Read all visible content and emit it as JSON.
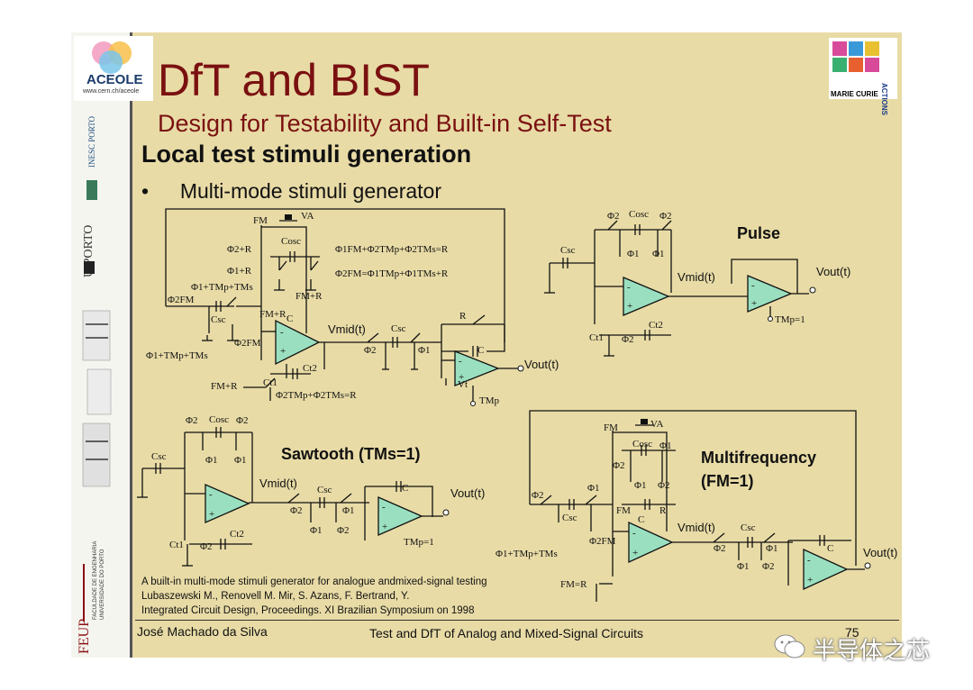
{
  "slide": {
    "title": "DfT and BIST",
    "subtitle": "Design for Testability and Built-in Self-Test",
    "heading": "Local test stimuli generation",
    "bullet": "Multi-mode stimuli generator",
    "bullet_marker": "•"
  },
  "logos": {
    "aceole": "ACEOLE",
    "aceole_url": "www.cern.ch/aceole",
    "inesc": "INESC PORTO",
    "uporto": "U.PORTO",
    "feup": "FEUP",
    "feup_sub1": "FACULDADE DE ENGENHARIA",
    "feup_sub2": "UNIVERSIDADE DO PORTO",
    "marie_curie": "MARIE CURIE",
    "actions": "ACTIONS"
  },
  "diagram": {
    "main": {
      "fm": "FM",
      "va": "VA",
      "phi2r": "Φ2+R",
      "cosc": "Cosc",
      "phi1r": "Φ1+R",
      "phi1tmp": "Φ1+TMp+TMs",
      "phi2fm": "Φ2FM",
      "csc": "Csc",
      "fmr": "FM+R",
      "c": "C",
      "vmid": "Vmid(t)",
      "phi2fm_b": "Φ2FM",
      "phi1tmp_b": "Φ1+TMp+TMs",
      "ct2": "Ct2",
      "ct1": "Ct1",
      "fmr_b": "FM+R",
      "phi2tmp": "Φ2TMp+Φ2TMs=R",
      "eq1": "Φ1FM+Φ2TMp+Φ2TMs=R",
      "eq2": "Φ2FM=Φ1TMp+Φ1TMs+R",
      "fmr_c": "FM+R",
      "csc2": "Csc",
      "phi2": "Φ2",
      "phi1": "Φ1",
      "r": "R",
      "c2": "C",
      "vout": "Vout(t)",
      "vt": "Vt",
      "tmp": "TMp"
    },
    "pulse": {
      "label": "Pulse",
      "phi2a": "Φ2",
      "cosc": "Cosc",
      "phi2b": "Φ2",
      "csc": "Csc",
      "phi1a": "Φ1",
      "phi1b": "Φ1",
      "vmid": "Vmid(t)",
      "vout": "Vout(t)",
      "ct1": "Ct1",
      "phi2c": "Φ2",
      "ct2": "Ct2",
      "tmp": "TMp=1"
    },
    "sawtooth": {
      "label": "Sawtooth (TMs=1)",
      "phi2a": "Φ2",
      "cosc": "Cosc",
      "phi2b": "Φ2",
      "csc": "Csc",
      "phi1a": "Φ1",
      "phi1b": "Φ1",
      "vmid": "Vmid(t)",
      "csc2": "Csc",
      "phi2c": "Φ2",
      "phi1c": "Φ1",
      "phi1d": "Φ1",
      "phi2d": "Φ2",
      "c": "C",
      "vout": "Vout(t)",
      "ct1": "Ct1",
      "phi2e": "Φ2",
      "ct2": "Ct2",
      "tmp": "TMp=1"
    },
    "multi": {
      "label1": "Multifrequency",
      "label2": "(FM=1)",
      "fm": "FM",
      "va": "VA",
      "cosc": "Cosc",
      "phi1": "Φ1",
      "phi2": "Φ2",
      "phi1b": "Φ1",
      "phi2b": "Φ2",
      "phi2c": "Φ2",
      "phi1c": "Φ1",
      "csc": "Csc",
      "fm2": "FM",
      "r": "R",
      "c": "C",
      "phi2fm": "Φ2FM",
      "vmid": "Vmid(t)",
      "phi1tmp": "Φ1+TMp+TMs",
      "fmr": "FM=R",
      "csc2": "Csc",
      "phi2d": "Φ2",
      "phi1d": "Φ1",
      "phi1e": "Φ1",
      "phi2e": "Φ2",
      "c2": "C",
      "vout": "Vout(t)"
    }
  },
  "reference": {
    "line1": "A built-in multi-mode stimuli generator for analogue andmixed-signal testing",
    "line2": "Lubaszewski M., Renovell M. Mir, S.   Azans, F.   Bertrand, Y.",
    "line3": "Integrated Circuit Design, Proceedings. XI Brazilian Symposium on 1998"
  },
  "footer": {
    "author": "José Machado da Silva",
    "course": "Test and DfT of Analog and Mixed-Signal Circuits",
    "page": "75"
  },
  "watermark": "半导体之芯",
  "colors": {
    "slide_bg": "#e8dba6",
    "title": "#7a1010",
    "opamp_fill": "#9ae0c0"
  }
}
